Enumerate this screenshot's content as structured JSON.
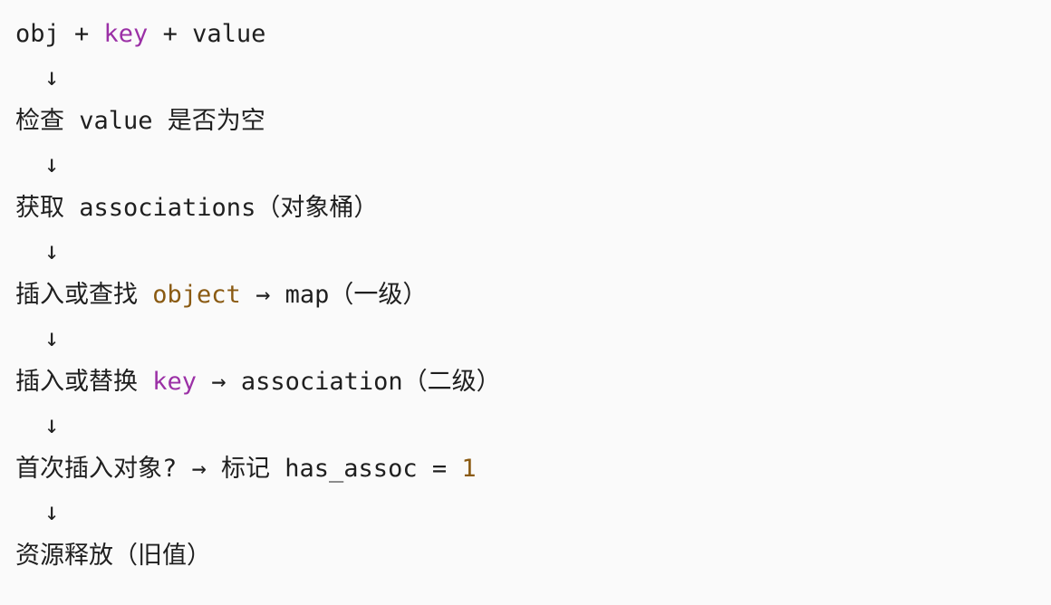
{
  "colors": {
    "background": "#fafafa",
    "text": "#1f1f1f",
    "keyword_purple": "#9b30a6",
    "literal_gold": "#8a5a12"
  },
  "flow": {
    "down_arrow": "↓",
    "steps": [
      {
        "tokens": [
          {
            "text": "obj + ",
            "style": "plain"
          },
          {
            "text": "key",
            "style": "purple"
          },
          {
            "text": " + value",
            "style": "plain"
          }
        ]
      },
      {
        "tokens": [
          {
            "text": "检查 value 是否为空",
            "style": "plain"
          }
        ]
      },
      {
        "tokens": [
          {
            "text": "获取 associations（对象桶）",
            "style": "plain"
          }
        ]
      },
      {
        "tokens": [
          {
            "text": "插入或查找 ",
            "style": "plain"
          },
          {
            "text": "object",
            "style": "gold"
          },
          {
            "text": " → map（一级）",
            "style": "plain"
          }
        ]
      },
      {
        "tokens": [
          {
            "text": "插入或替换 ",
            "style": "plain"
          },
          {
            "text": "key",
            "style": "purple"
          },
          {
            "text": " → association（二级）",
            "style": "plain"
          }
        ]
      },
      {
        "tokens": [
          {
            "text": "首次插入对象? → 标记 has_assoc = ",
            "style": "plain"
          },
          {
            "text": "1",
            "style": "gold"
          }
        ]
      },
      {
        "tokens": [
          {
            "text": "资源释放（旧值）",
            "style": "plain"
          }
        ]
      }
    ]
  }
}
